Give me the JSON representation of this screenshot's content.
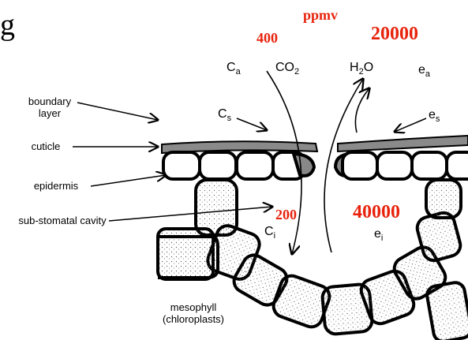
{
  "labels": {
    "boundary_layer": "boundary layer",
    "cuticle": "cuticle",
    "epidermis": "epidermis",
    "substomatal_cavity": "sub-stomatal cavity",
    "mesophyll": "mesophyll (chloroplasts)"
  },
  "symbols": {
    "ca": "C",
    "ca_sub": "a",
    "co2": "CO",
    "co2_sub": "2",
    "h2o_h": "H",
    "h2o_sub": "2",
    "h2o_o": "O",
    "ea": "e",
    "ea_sub": "a",
    "cs": "C",
    "cs_sub": "s",
    "es": "e",
    "es_sub": "s",
    "ci": "C",
    "ci_sub": "i",
    "ei": "e",
    "ei_sub": "i"
  },
  "annotations": {
    "unit": "ppmv",
    "co2_ambient": "400",
    "h2o_ambient": "20000",
    "co2_internal": "200",
    "h2o_internal": "40000",
    "corner_letter": "g"
  },
  "colors": {
    "annotation_red": "#e8220c",
    "ink": "#000000",
    "cell_fill": "#ffffff",
    "cuticle_fill": "#8a8a8a"
  }
}
